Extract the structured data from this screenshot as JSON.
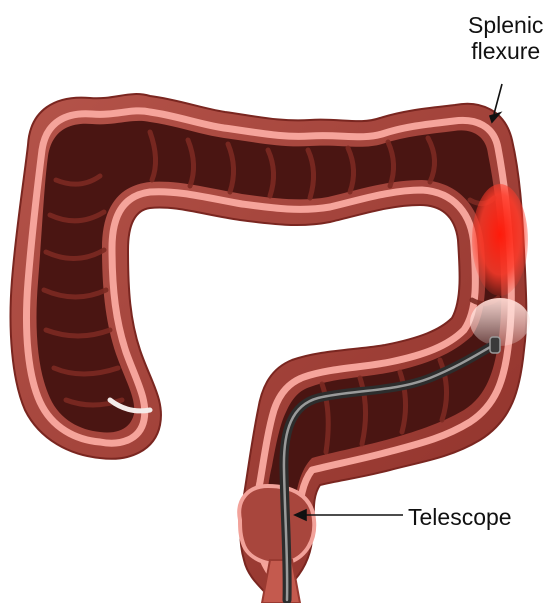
{
  "labels": {
    "splenic_line1": "Splenic",
    "splenic_line2": "flexure",
    "telescope": "Telescope"
  },
  "colors": {
    "background": "#ffffff",
    "colon_wall": "#a8463d",
    "colon_interior": "#4a1512",
    "mucosa_lining": "#f2a29a",
    "highlight": "#ff2a1a",
    "scope": "#3a3a3a",
    "arrow": "#111111"
  },
  "icons": {
    "pointer": "arrow-icon"
  }
}
